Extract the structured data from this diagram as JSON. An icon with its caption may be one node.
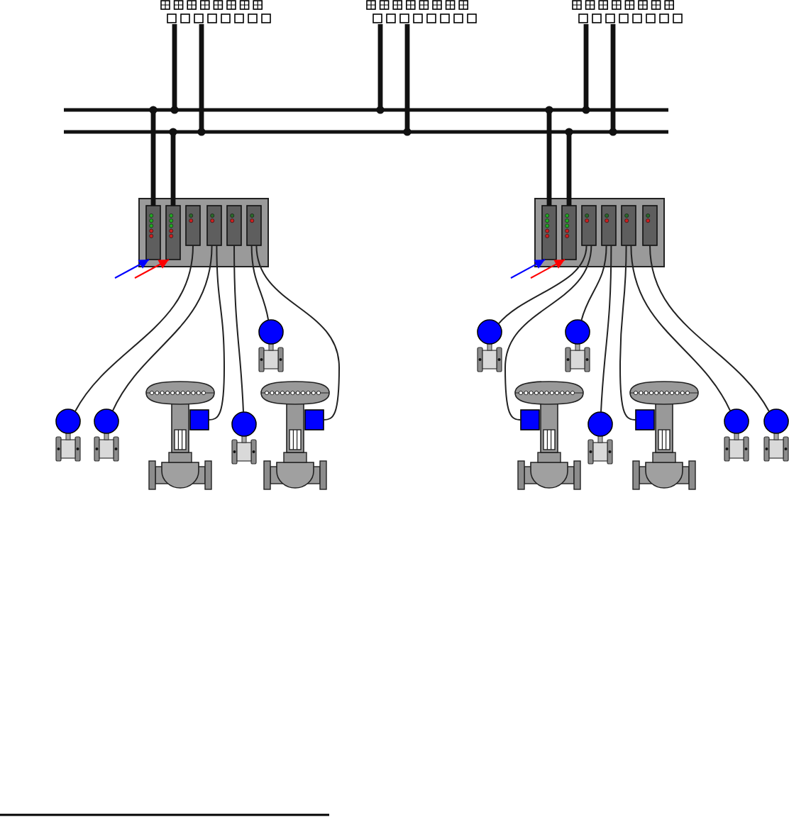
{
  "diagram": {
    "nodes": [
      {
        "text": [],
        "shape": "picture"
      },
      {
        "text": [],
        "shape": "picture"
      },
      {
        "text": [],
        "shape": "picture"
      },
      {
        "text": [],
        "shape": "bar"
      },
      {
        "text": [],
        "shape": "bar"
      },
      {
        "text": [],
        "shape": "box"
      },
      {
        "text": [],
        "shape": "box",
        "in": 5
      },
      {
        "text": [],
        "shape": "box",
        "in": 5
      },
      {
        "text": [],
        "shape": "box",
        "in": 5
      },
      {
        "text": [],
        "shape": "box",
        "in": 5
      },
      {
        "text": [],
        "shape": "box",
        "in": 5
      },
      {
        "text": [],
        "shape": "box",
        "in": 5
      },
      {
        "text": [],
        "shape": "box"
      },
      {
        "text": [],
        "shape": "box",
        "in": 12
      },
      {
        "text": [],
        "shape": "box",
        "in": 12
      },
      {
        "text": [],
        "shape": "box",
        "in": 12
      },
      {
        "text": [],
        "shape": "box",
        "in": 12
      },
      {
        "text": [],
        "shape": "box",
        "in": 12
      },
      {
        "text": [],
        "shape": "box",
        "in": 12
      },
      {
        "text": [],
        "shape": "picture"
      },
      {
        "text": [],
        "shape": "picture"
      },
      {
        "text": [],
        "shape": "picture"
      },
      {
        "text": [],
        "shape": "picture"
      },
      {
        "text": [],
        "shape": "picture"
      },
      {
        "text": [],
        "shape": "picture"
      },
      {
        "text": [],
        "shape": "picture"
      },
      {
        "text": [],
        "shape": "picture"
      },
      {
        "text": [],
        "shape": "picture"
      },
      {
        "text": [],
        "shape": "picture"
      },
      {
        "text": [],
        "shape": "picture"
      },
      {
        "text": [],
        "shape": "picture"
      },
      {
        "text": [],
        "shape": "picture"
      }
    ],
    "edges": [
      {
        "from": 0,
        "to": 3,
        "arrow": "none",
        "style": "thick"
      },
      {
        "from": 0,
        "to": 4,
        "arrow": "none",
        "style": "thick"
      },
      {
        "from": 1,
        "to": 3,
        "arrow": "none",
        "style": "thick"
      },
      {
        "from": 1,
        "to": 4,
        "arrow": "none",
        "style": "thick"
      },
      {
        "from": 2,
        "to": 3,
        "arrow": "none",
        "style": "thick"
      },
      {
        "from": 2,
        "to": 4,
        "arrow": "none",
        "style": "thick"
      },
      {
        "from": 6,
        "to": 3,
        "arrow": "none",
        "style": "thick"
      },
      {
        "from": 7,
        "to": 4,
        "arrow": "none",
        "style": "thick"
      },
      {
        "from": 13,
        "to": 3,
        "arrow": "none",
        "style": "thick"
      },
      {
        "from": 14,
        "to": 4,
        "arrow": "none",
        "style": "thick"
      },
      {
        "from": null,
        "to": 6,
        "arrow": "to",
        "color": "#0000ff"
      },
      {
        "from": null,
        "to": 7,
        "arrow": "to",
        "color": "#ff0000"
      },
      {
        "from": null,
        "to": 13,
        "arrow": "to",
        "color": "#0000ff"
      },
      {
        "from": null,
        "to": 14,
        "arrow": "to",
        "color": "#ff0000"
      },
      {
        "from": 8,
        "to": 20,
        "arrow": "none"
      },
      {
        "from": 9,
        "to": 21,
        "arrow": "none"
      },
      {
        "from": 9,
        "to": 22,
        "arrow": "none"
      },
      {
        "from": 10,
        "to": 23,
        "arrow": "none"
      },
      {
        "from": 11,
        "to": 19,
        "arrow": "none"
      },
      {
        "from": 11,
        "to": 24,
        "arrow": "none"
      },
      {
        "from": 15,
        "to": 25,
        "arrow": "none"
      },
      {
        "from": 15,
        "to": 27,
        "arrow": "none"
      },
      {
        "from": 16,
        "to": 26,
        "arrow": "none"
      },
      {
        "from": 16,
        "to": 28,
        "arrow": "none"
      },
      {
        "from": 17,
        "to": 29,
        "arrow": "none"
      },
      {
        "from": 17,
        "to": 30,
        "arrow": "none"
      },
      {
        "from": 18,
        "to": 31,
        "arrow": "none"
      }
    ]
  }
}
